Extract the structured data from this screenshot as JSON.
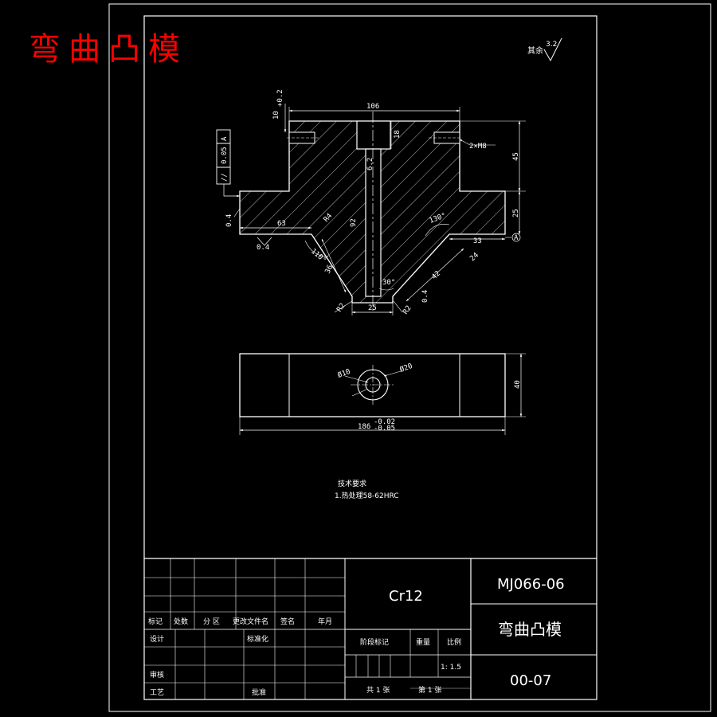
{
  "header": {
    "title": "弯曲凸模",
    "title_color": "#ff0000"
  },
  "roughness": {
    "label": "其余",
    "value": "3.2"
  },
  "front_view": {
    "dim_width_top": "106",
    "dim_thread_depth": "10",
    "dim_thread_depth_tol": "+0.2",
    "dim_counterbore": "18",
    "dim_bore": "6.2",
    "dim_hole_note": "2×M8",
    "dim_height_upper": "45",
    "dim_height_flange": "25",
    "dim_left_offset": "63",
    "dim_center_height": "92",
    "dim_radius_r4": "R4",
    "dim_angle_110": "110°",
    "dim_slope_left": "36",
    "dim_r2_left": "R2",
    "dim_bottom_width": "25",
    "dim_r2_right": "R2",
    "dim_angle_30": "30°",
    "dim_slope_right": "42",
    "dim_slope_right2": "24",
    "dim_angle_130": "130°",
    "dim_right_offset": "33",
    "dim_flat_04_left": "0.4",
    "dim_flat_04_bottom": "0.4",
    "dim_flat_04_right": "0.4",
    "datum_marker": "A",
    "tol_frame": {
      "symbol": "//",
      "value": "0.05",
      "datum": "A"
    }
  },
  "top_view": {
    "dim_d10": "Ø10",
    "dim_d20": "Ø20",
    "dim_length": "186",
    "dim_length_tol_upper": "-0.02",
    "dim_length_tol_lower": "-0.05",
    "dim_depth": "40"
  },
  "notes": {
    "heading": "技术要求",
    "line1": "1.热处理58-62HRC"
  },
  "title_block": {
    "material": "Cr12",
    "drawing_no": "MJ066-06",
    "part_name": "弯曲凸模",
    "sheet_code": "00-07",
    "rev_headers": [
      "标记",
      "处数",
      "分 区",
      "更改文件名",
      "签名",
      "年月"
    ],
    "design_label": "设计",
    "standardize_label": "标准化",
    "review_label": "审核",
    "process_label": "工艺",
    "approve_label": "批准",
    "stage_label": "阶段标记",
    "weight_label": "重量",
    "scale_label": "比例",
    "scale_value": "1: 1.5",
    "total_sheets": "共 1 张",
    "sheet_index": "第 1 张"
  },
  "colors": {
    "line": "#ffffff",
    "background": "#000000",
    "accent": "#ff0000"
  }
}
